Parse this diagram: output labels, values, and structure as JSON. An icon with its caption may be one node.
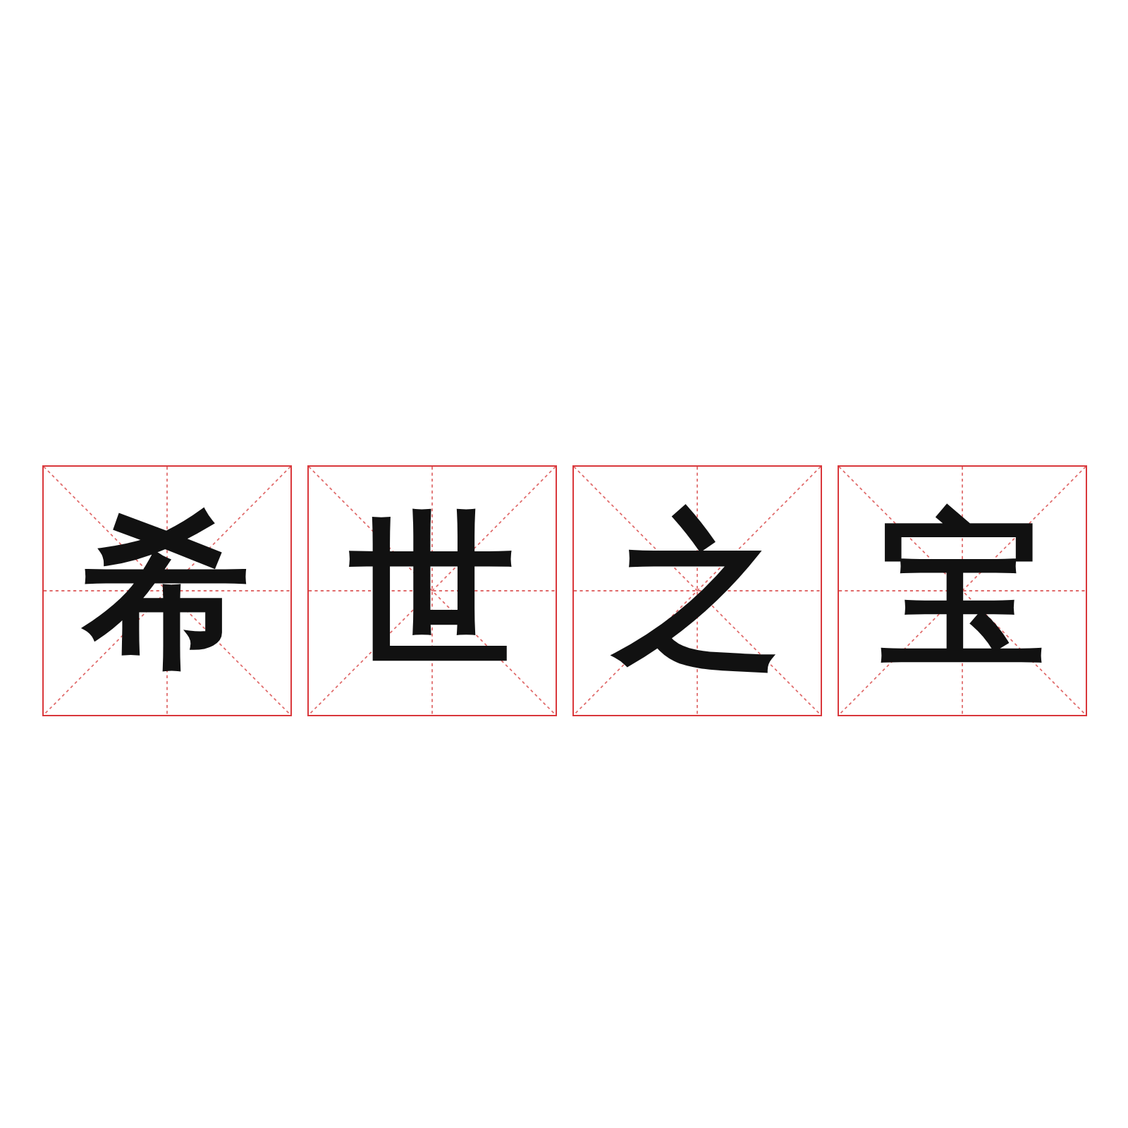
{
  "diagram": {
    "nodes": [
      {
        "text": [
          "希"
        ]
      },
      {
        "text": [
          "世"
        ]
      },
      {
        "text": [
          "之"
        ]
      },
      {
        "text": [
          "宝"
        ]
      }
    ]
  }
}
